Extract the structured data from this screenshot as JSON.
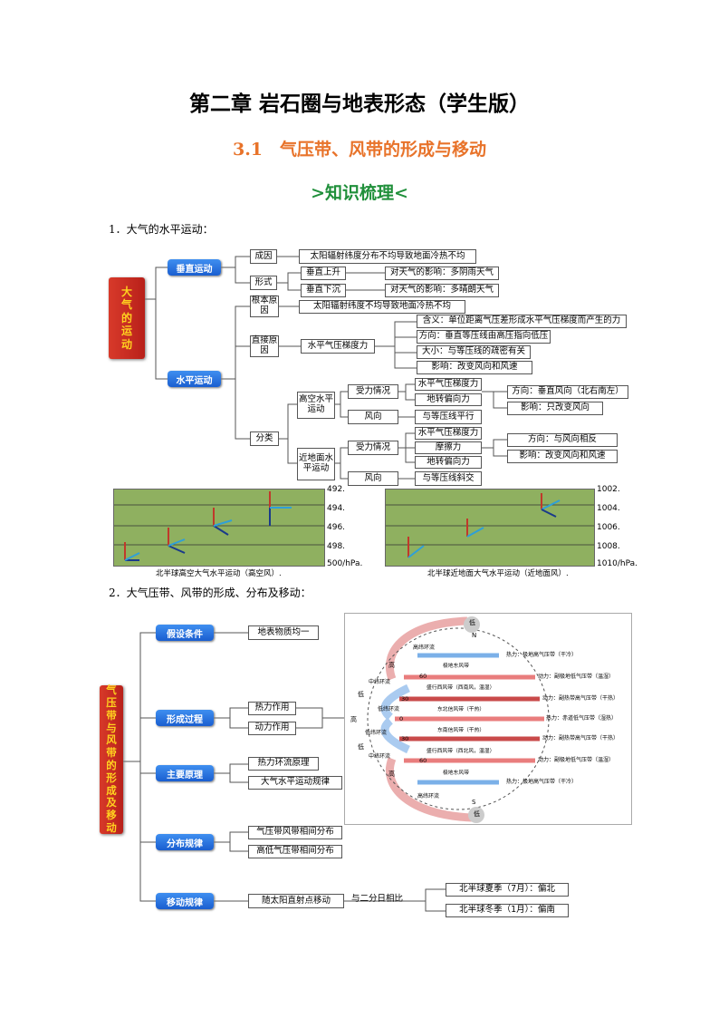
{
  "header": {
    "title": "第二章 岩石圈与地表形态（学生版）",
    "subtitle": "3.1　气压带、风带的形成与移动",
    "section_banner": ">知识梳理<"
  },
  "section1": {
    "heading": "1．大气的水平运动：",
    "root": "大气的运动",
    "vertical": {
      "label": "垂直运动",
      "cause_label": "成因",
      "cause": "太阳辐射纬度分布不均导致地面冷热不均",
      "form_label": "形式",
      "rise": "垂直上升",
      "rise_effect": "对天气的影响：多阴雨天气",
      "sink": "垂直下沉",
      "sink_effect": "对天气的影响：多晴朗天气"
    },
    "horizontal": {
      "label": "水平运动",
      "root_cause_label": "根本原因",
      "root_cause": "太阳辐射纬度不均导致地面冷热不均",
      "direct_cause_label": "直接原因",
      "pgf": "水平气压梯度力",
      "pgf_items": [
        "含义：单位距离气压差形成水平气压梯度而产生的力",
        "方向：垂直等压线由高压指向低压",
        "大小：与等压线的疏密有关",
        "影响：改变风向和风速"
      ],
      "class_label": "分类",
      "upper": {
        "label": "高空水平运动",
        "force_label": "受力情况",
        "forces": [
          "水平气压梯度力",
          "地转偏向力"
        ],
        "results": [
          "方向：垂直风向（北右南左）",
          "影响：只改变风向"
        ],
        "wind_label": "风向",
        "wind": "与等压线平行"
      },
      "surface": {
        "label": "近地面水平运动",
        "force_label": "受力情况",
        "forces": [
          "水平气压梯度力",
          "摩擦力",
          "地转偏向力"
        ],
        "results": [
          "方向：与风向相反",
          "影响：改变风向和风速"
        ],
        "wind_label": "风向",
        "wind": "与等压线斜交"
      }
    },
    "figure_left": {
      "isobars": [
        "492.",
        "494.",
        "496.",
        "498.",
        "500/hPa."
      ],
      "caption": "北半球高空大气水平运动（高空风）."
    },
    "figure_right": {
      "isobars": [
        "1002.",
        "1004.",
        "1006.",
        "1008.",
        "1010/hPa."
      ],
      "caption": "北半球近地面大气水平运动（近地面风）."
    }
  },
  "section2": {
    "heading": "2．大气压带、风带的形成、分布及移动：",
    "root": "气压带与风带的形成及移动",
    "branches": [
      {
        "label": "假设条件",
        "items": [
          "地表物质均一"
        ]
      },
      {
        "label": "形成过程",
        "items": [
          "热力作用",
          "动力作用"
        ]
      },
      {
        "label": "主要原理",
        "items": [
          "热力环流原理",
          "大气水平运动规律"
        ]
      },
      {
        "label": "分布规律",
        "items": [
          "气压带风带相间分布",
          "高低气压带相间分布"
        ]
      },
      {
        "label": "移动规律",
        "items": [
          "随太阳直射点移动"
        ]
      }
    ],
    "move_compare": "与二分日相比",
    "move_results": [
      "北半球夏季（7月）：偏北",
      "北半球冬季（1月）：偏南"
    ]
  },
  "globe": {
    "high": "高",
    "low": "低",
    "n": "N",
    "s": "S",
    "lat": [
      "60",
      "30",
      "0",
      "30",
      "60"
    ],
    "cells": [
      "高纬环流",
      "中纬环流",
      "低纬环流",
      "低纬环流",
      "中纬环流",
      "高纬环流"
    ],
    "winds": [
      "极地东风带",
      "盛行西风带（西南风，温湿）",
      "东北信风带（干热）",
      "东南信风带（干热）",
      "盛行西风带（西北风，温湿）",
      "极地东风带"
    ],
    "belts": [
      "热力：极地高气压带（干冷）",
      "动力：副极地低气压带（温湿）",
      "动力：副热带高气压带（干热）",
      "热力：赤道低气压带（湿热）",
      "动力：副热带高气压带（干热）",
      "动力：副极地低气压带（温湿）",
      "热力：极地高气压带（干冷）"
    ],
    "side": [
      "高",
      "低",
      "高",
      "低",
      "高"
    ]
  },
  "colors": {
    "orange": "#e8732a",
    "green": "#1f8f3a",
    "blue_button": "#2a6fe0",
    "red_root": "#c82b20"
  }
}
